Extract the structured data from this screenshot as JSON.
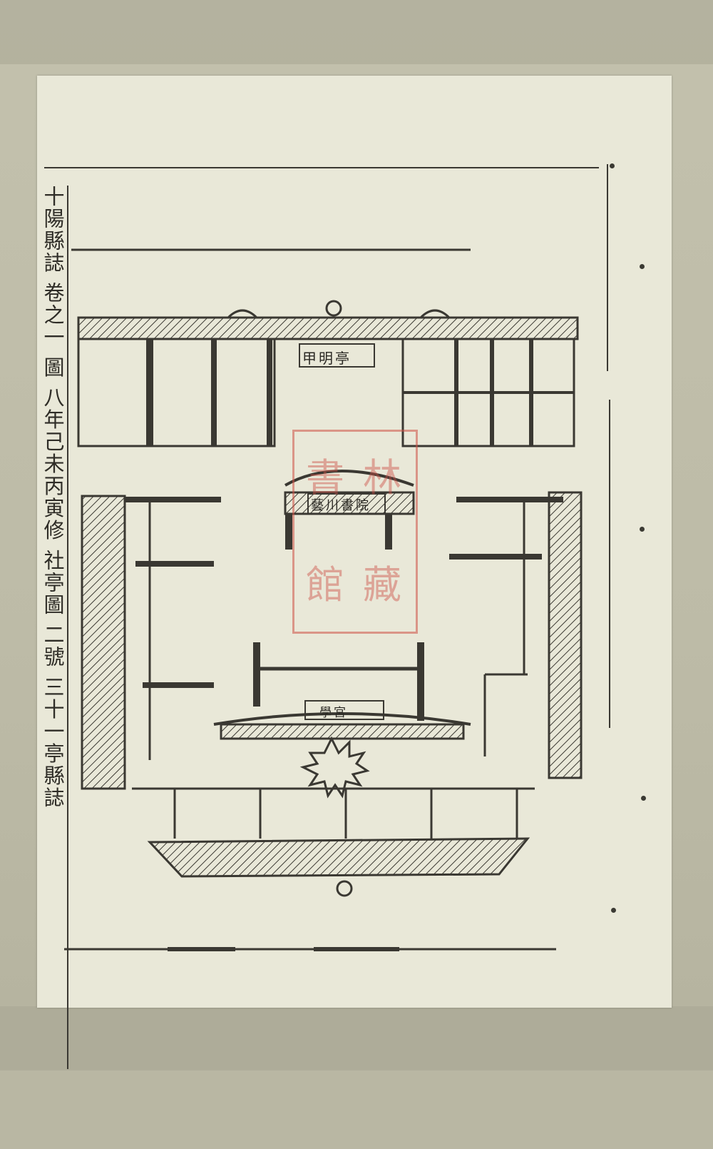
{
  "document": {
    "margin_text": "十陽縣誌 卷之一 圖 八年己未丙寅修 社亭圖 二號 三十一亭縣誌",
    "labels": {
      "top_pavilion": "甲明亭",
      "academy": "藝川書院",
      "gate": "學宮"
    },
    "seal_chars": [
      "書",
      "林",
      "館",
      "藏"
    ]
  },
  "colors": {
    "ink": "#2f2d27",
    "paper": "#e9e8d8",
    "seal": "#cd5046"
  }
}
